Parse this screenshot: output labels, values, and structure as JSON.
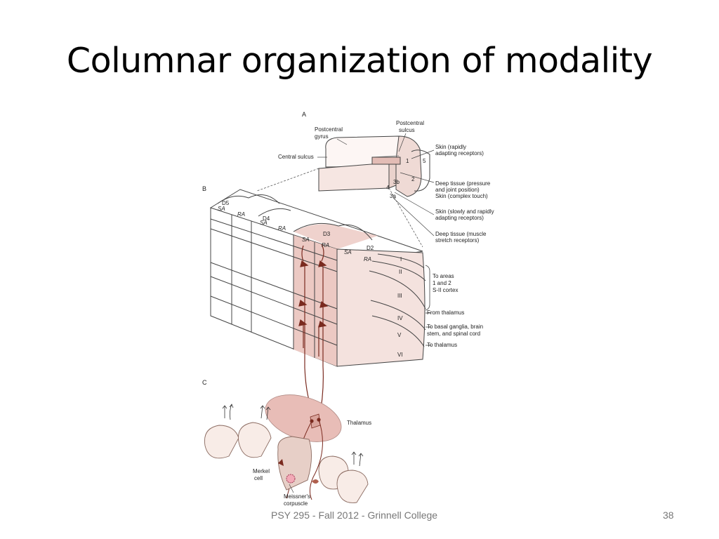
{
  "slide": {
    "title": "Columnar organization of modality",
    "footer": "PSY 295 - Fall 2012 - Grinnell College",
    "page_number": "38"
  },
  "figure": {
    "panel_a": "A",
    "panel_b": "B",
    "panel_c": "C",
    "postcentral_gyrus": [
      "Postcentral",
      "gyrus"
    ],
    "postcentral_sulcus": [
      "Postcentral",
      "sulcus"
    ],
    "central_sulcus": "Central sulcus",
    "areas": [
      "1",
      "2",
      "3b",
      "4",
      "3a",
      "5"
    ],
    "receptors": {
      "skin_rapid": [
        "Skin (rapidly",
        "adapting receptors)"
      ],
      "deep_tissue": [
        "Deep tissue (pressure",
        "and joint position)",
        "Skin (complex touch)"
      ],
      "skin_slow": [
        "Skin (slowly and rapidly",
        "adapting receptors)"
      ],
      "deep_muscle": [
        "Deep tissue (muscle",
        "stretch receptors)"
      ]
    },
    "digits": [
      "D5",
      "D4",
      "D3",
      "D2"
    ],
    "column_types": [
      "SA",
      "RA",
      "SA",
      "RA",
      "SA",
      "RA",
      "SA",
      "RA"
    ],
    "layers": [
      "I",
      "II",
      "III",
      "IV",
      "V",
      "VI"
    ],
    "projections": {
      "to_areas": [
        "To areas",
        "1 and 2",
        "S-II cortex"
      ],
      "from_thalamus": "From thalamus",
      "to_basal": [
        "To basal ganglia, brain",
        "stem, and spinal cord"
      ],
      "to_thalamus": "To thalamus"
    },
    "thalamus": "Thalamus",
    "merkel": [
      "Merkel",
      "cell"
    ],
    "meissner": [
      "Meissner's",
      "corpuscle"
    ]
  },
  "colors": {
    "highlight": "#e9c6c1",
    "neuron": "#7a2a1f",
    "line": "#444444"
  }
}
